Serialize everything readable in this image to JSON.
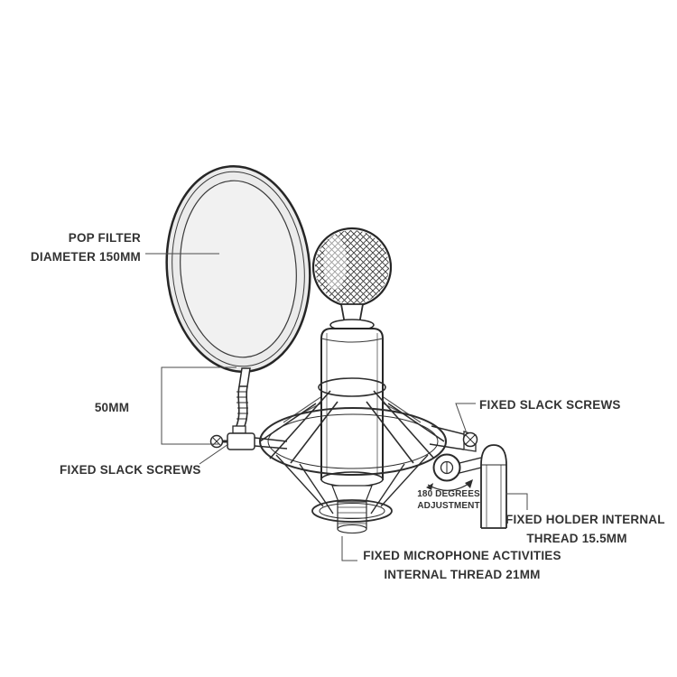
{
  "colors": {
    "line": "#2e2e2e",
    "leader_line": "#4a4a4a",
    "label_text": "#333333",
    "filter_fill": "#ebebeb",
    "background": "#ffffff"
  },
  "parts": {
    "pop_filter": "pop-filter",
    "gooseneck": "gooseneck-arm",
    "clamp": "filter-clamp",
    "microphone": "condenser-microphone",
    "shock_mount": "spider-shock-mount",
    "knob": "adjustment-knob",
    "stand": "stand-tube"
  },
  "annotations": {
    "pop_filter": {
      "line1": "POP FILTER",
      "line2": "DIAMETER 150MM"
    },
    "spacing_50mm": {
      "text": "50MM"
    },
    "slack_screws_left": {
      "text": "FIXED SLACK SCREWS"
    },
    "slack_screws_right": {
      "text": "FIXED SLACK SCREWS"
    },
    "adjustment_180": {
      "line1": "180 DEGREES",
      "line2": "ADJUSTMENT"
    },
    "holder_thread": {
      "line1": "FIXED HOLDER INTERNAL",
      "line2": "THREAD 15.5MM"
    },
    "microphone_thread": {
      "line1": "FIXED MICROPHONE ACTIVITIES",
      "line2": "INTERNAL THREAD 21MM"
    }
  }
}
